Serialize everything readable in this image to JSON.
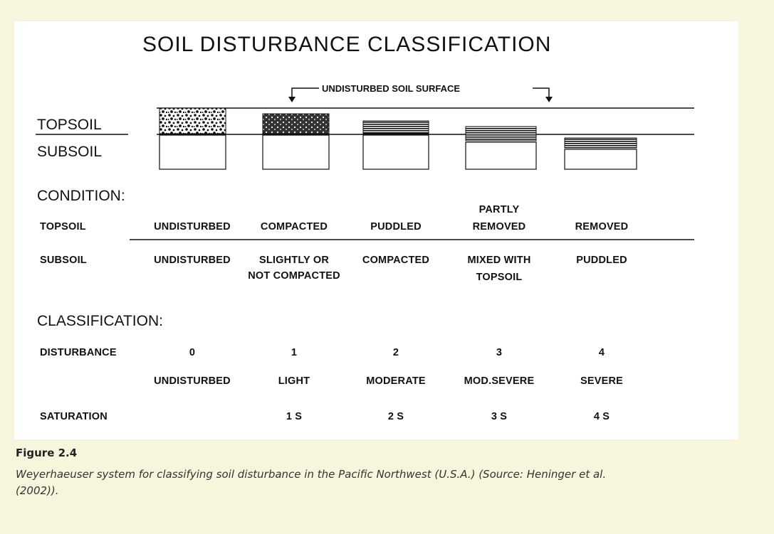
{
  "diagram": {
    "title": "SOIL DISTURBANCE CLASSIFICATION",
    "surface_label": "UNDISTURBED SOIL SURFACE",
    "layer_labels": {
      "topsoil": "TOPSOIL",
      "subsoil": "SUBSOIL"
    },
    "condition": {
      "heading": "CONDITION:",
      "topsoil_label": "TOPSOIL",
      "subsoil_label": "SUBSOIL",
      "topsoil": [
        "UNDISTURBED",
        "COMPACTED",
        "PUDDLED",
        "PARTLY REMOVED",
        "REMOVED"
      ],
      "subsoil": [
        "UNDISTURBED",
        "SLIGHTLY OR NOT COMPACTED",
        "COMPACTED",
        "MIXED WITH TOPSOIL",
        "PUDDLED"
      ]
    },
    "classification": {
      "heading": "CLASSIFICATION:",
      "disturbance_label": "DISTURBANCE",
      "classes": [
        "0",
        "1",
        "2",
        "3",
        "4"
      ],
      "descriptions": [
        "UNDISTURBED",
        "LIGHT",
        "MODERATE",
        "MOD.SEVERE",
        "SEVERE"
      ],
      "saturation_label": "SATURATION",
      "saturation": [
        "",
        "1 S",
        "2 S",
        "3 S",
        "4 S"
      ]
    }
  },
  "caption": {
    "figure_label": "Figure 2.4",
    "text": "Weyerhaeuser system for classifying soil disturbance in the Pacific Northwest (U.S.A.) (Source: Heninger et al. (2002))."
  }
}
